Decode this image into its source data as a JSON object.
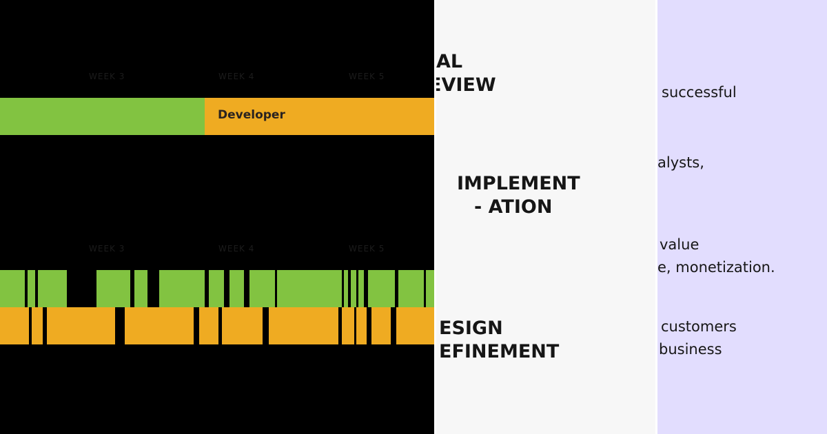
{
  "timeline": {
    "weeks_top": [
      "WEEK 3",
      "WEEK 4",
      "WEEK 5"
    ],
    "weeks_bottom": [
      "WEEK 3",
      "WEEK 4",
      "WEEK 5"
    ],
    "developer_label": "Developer",
    "colors": {
      "background": "#000000",
      "green": "#82c341",
      "orange": "#efab22"
    }
  },
  "phases": {
    "review_lines": [
      "AL",
      "EVIEW"
    ],
    "implementation_lines": [
      "IMPLEMENT",
      "- ATION"
    ],
    "refinement_lines": [
      "ESIGN",
      "EFINEMENT"
    ],
    "icon": "hatched-circle-icon"
  },
  "text_panel": {
    "lines": [
      "successful",
      "alysts,",
      "value",
      "e, monetization.",
      "customers",
      "business"
    ],
    "colors": {
      "background": "#e2ddfe"
    }
  }
}
